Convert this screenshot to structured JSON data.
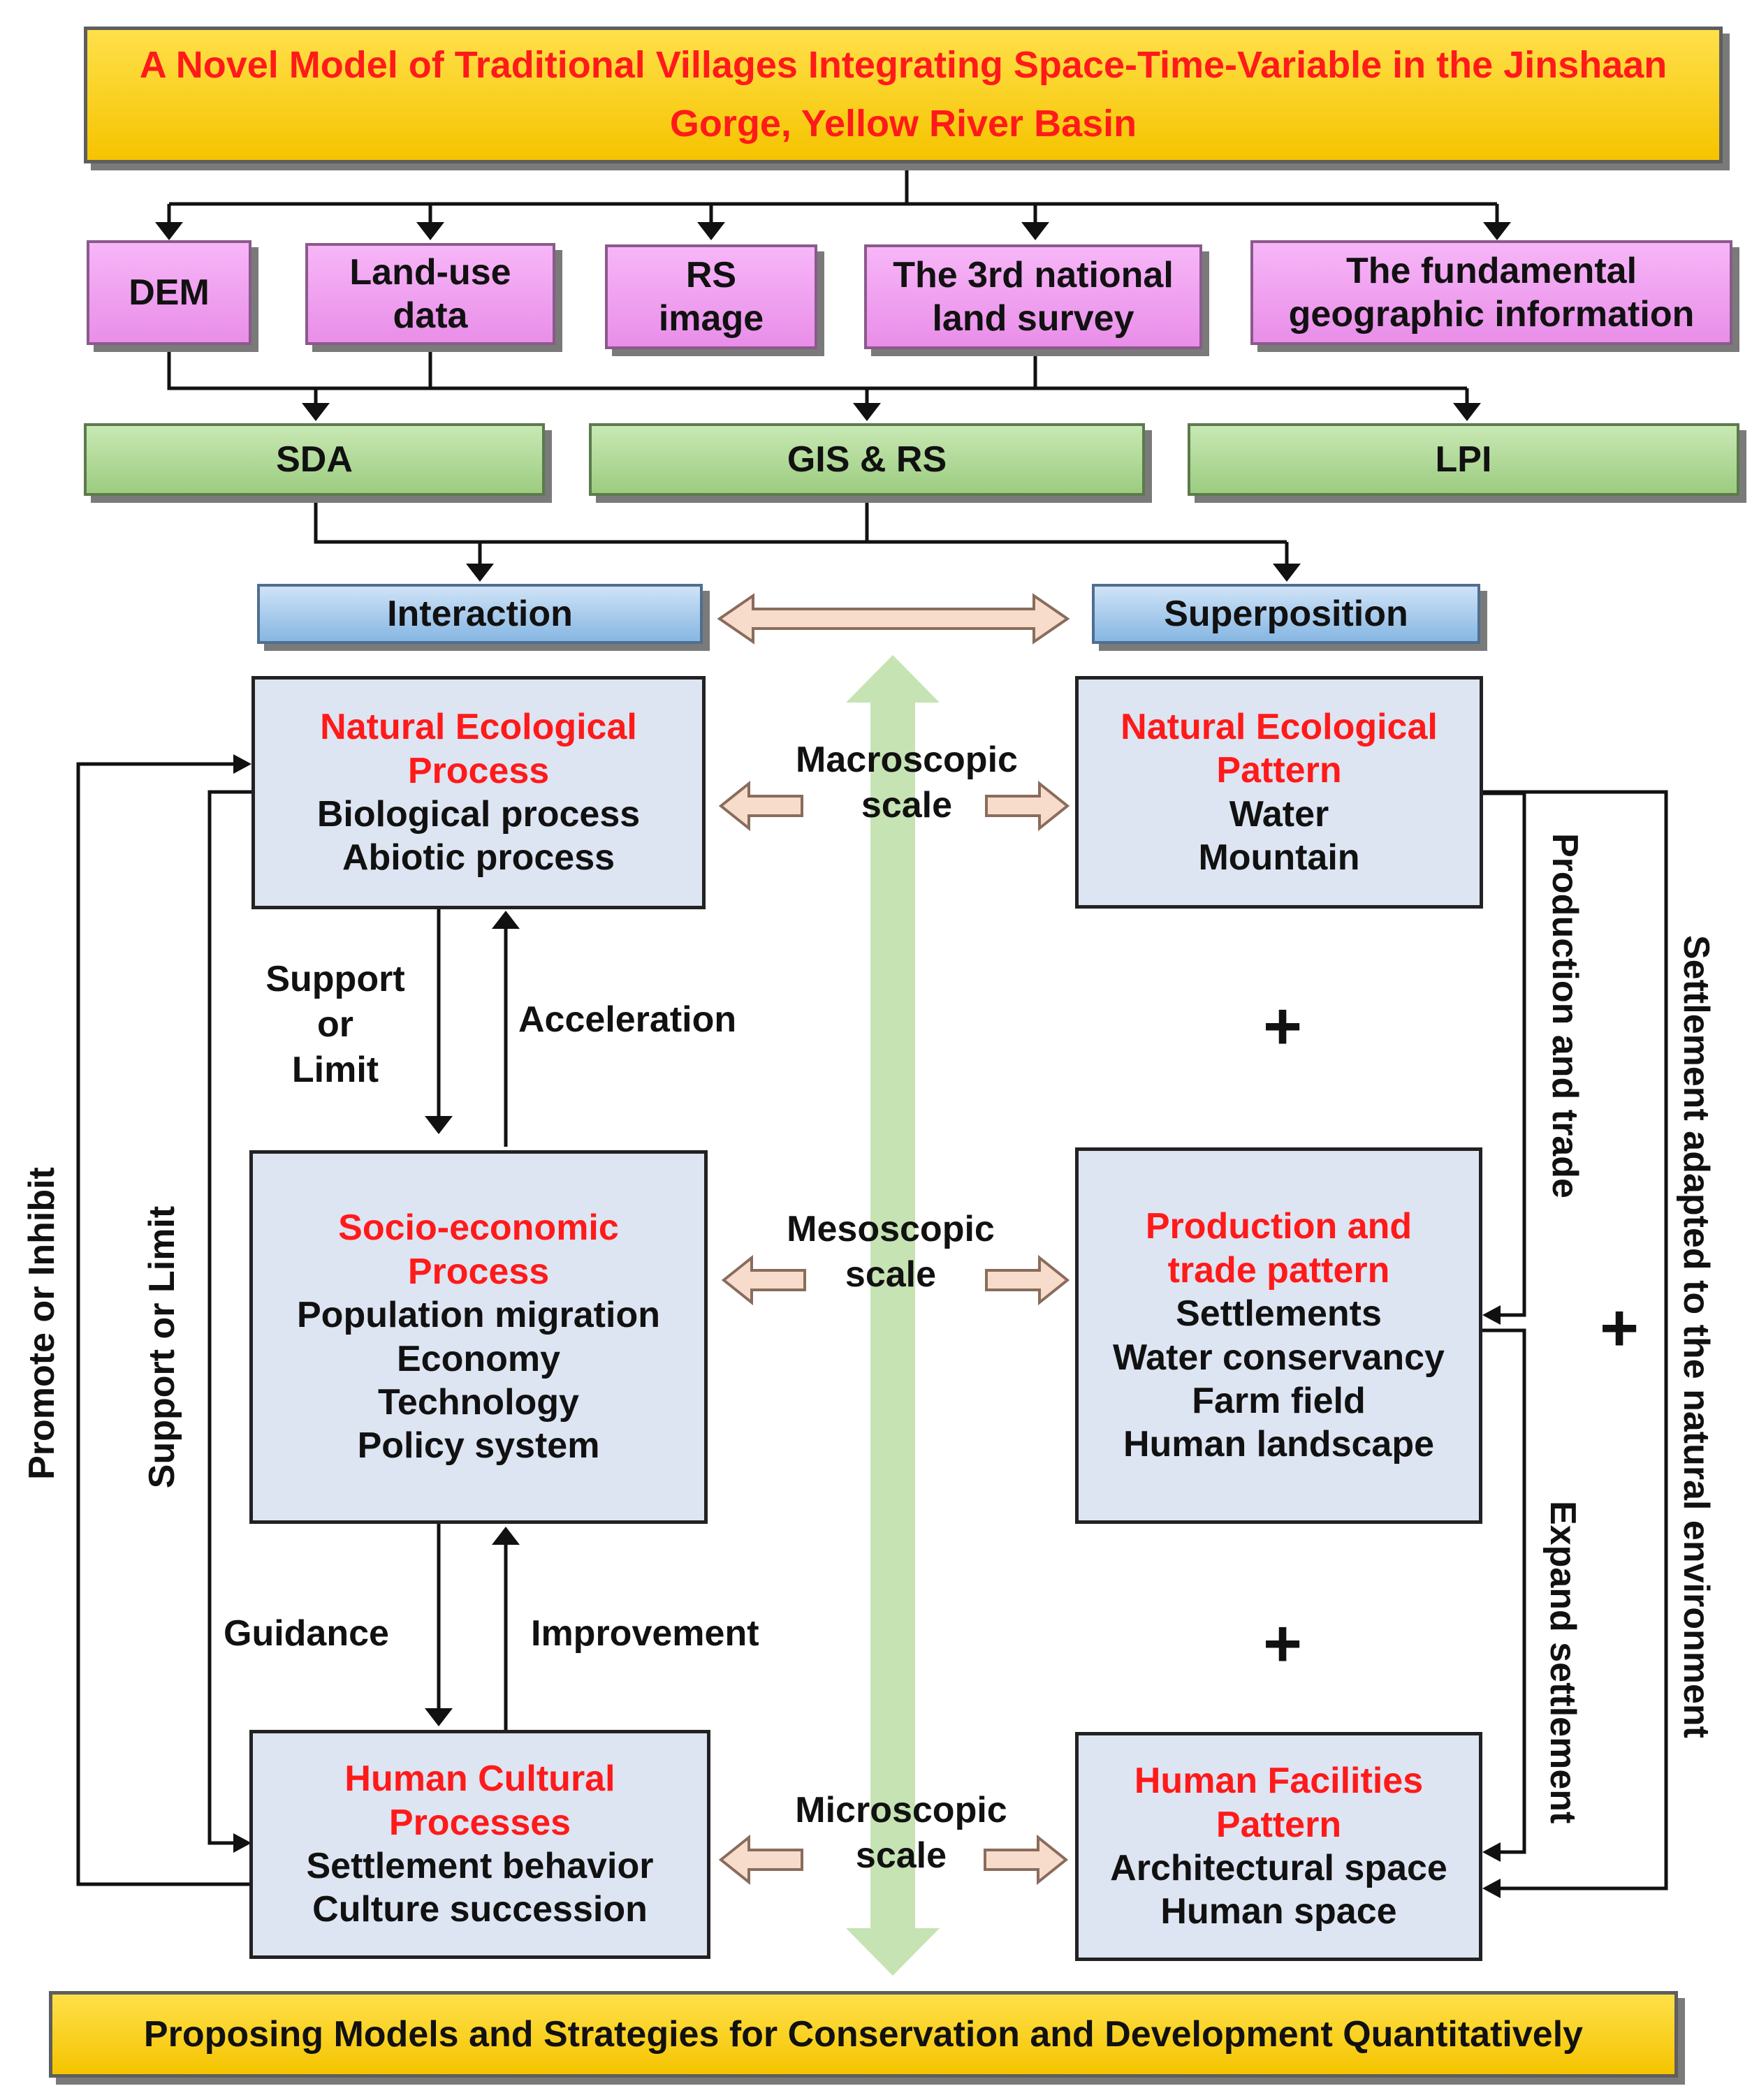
{
  "title": "A Novel Model of Traditional Villages Integrating Space-Time-Variable in the Jinshaan Gorge, Yellow River Basin",
  "sources": [
    {
      "line1": "DEM",
      "line2": ""
    },
    {
      "line1": "Land-use",
      "line2": "data"
    },
    {
      "line1": "RS",
      "line2": "image"
    },
    {
      "line1": "The 3rd national",
      "line2": "land survey"
    },
    {
      "line1": "The fundamental",
      "line2": "geographic information"
    }
  ],
  "methods": [
    "SDA",
    "GIS & RS",
    "LPI"
  ],
  "modes": {
    "left": "Interaction",
    "right": "Superposition"
  },
  "processes": {
    "natural": {
      "title1": "Natural Ecological",
      "title2": "Process",
      "items": [
        "Biological process",
        "Abiotic process"
      ]
    },
    "socio": {
      "title1": "Socio-economic",
      "title2": "Process",
      "items": [
        "Population migration",
        "Economy",
        "Technology",
        "Policy system"
      ]
    },
    "human": {
      "title1": "Human Cultural",
      "title2": "Processes",
      "items": [
        "Settlement behavior",
        "Culture succession"
      ]
    }
  },
  "patterns": {
    "natural": {
      "title1": "Natural Ecological",
      "title2": "Pattern",
      "items": [
        "Water",
        "Mountain"
      ]
    },
    "production": {
      "title1": "Production and",
      "title2": "trade pattern",
      "items": [
        "Settlements",
        "Water conservancy",
        "Farm field",
        "Human landscape"
      ]
    },
    "facilities": {
      "title1": "Human Facilities",
      "title2": "Pattern",
      "items": [
        "Architectural space",
        "Human space"
      ]
    }
  },
  "scales": {
    "macro": {
      "line1": "Macroscopic",
      "line2": "scale"
    },
    "meso": {
      "line1": "Mesoscopic",
      "line2": "scale"
    },
    "micro": {
      "line1": "Microscopic",
      "line2": "scale"
    }
  },
  "links": {
    "support_or_limit_l1": "Support",
    "support_or_limit_l2": "or",
    "support_or_limit_l3": "Limit",
    "acceleration": "Acceleration",
    "guidance": "Guidance",
    "improvement": "Improvement",
    "promote_or_inhibit": "Promote or Inhibit",
    "support_or_limit": "Support or Limit",
    "production_and_trade": "Production and trade",
    "expand_settlement": "Expand settlement",
    "settlement_adapted": "Settlement adapted to the natural environment",
    "plus": "+"
  },
  "footer": "Proposing Models and Strategies for Conservation and Development Quantitatively",
  "colors": {
    "title_red": "#ff1a1a",
    "title_fill": "#f5c400",
    "source_fill": "#e98ee9",
    "method_fill": "#9ccc80",
    "mode_fill": "#86b6e2",
    "process_fill": "#dde4f2",
    "scale_arrow": "#c6e3b3",
    "side_arrow": "#f8dccb"
  }
}
